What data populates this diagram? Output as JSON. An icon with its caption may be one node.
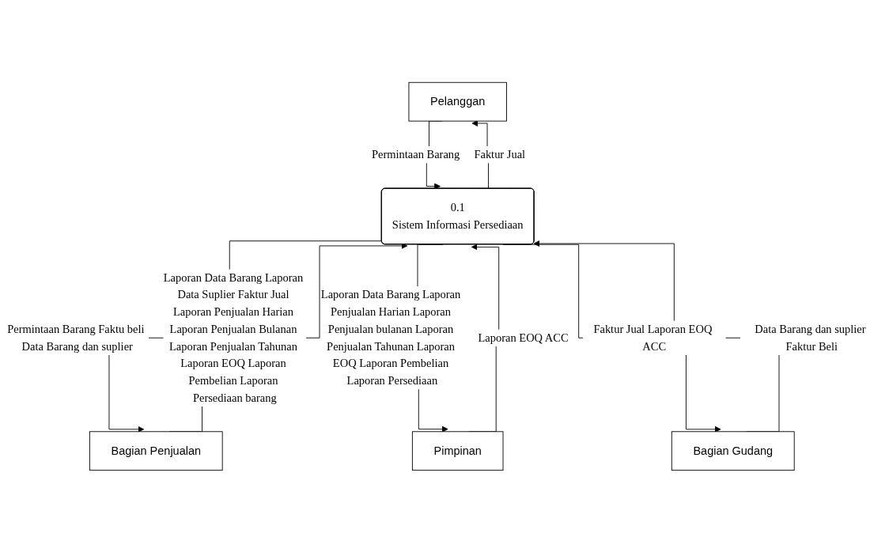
{
  "diagram": {
    "nodes": [
      {
        "text": [
          "Pelanggan"
        ]
      },
      {
        "text": [
          "Bagian Penjualan"
        ]
      },
      {
        "text": [
          "0.1",
          "Sistem Informasi Persediaan"
        ]
      },
      {
        "text": [
          "Pimpinan"
        ]
      },
      {
        "text": [
          "Bagian Gudang"
        ]
      }
    ],
    "edges": [
      {
        "from": 0,
        "to": 2,
        "arrow": "to",
        "label": "Permintaan Barang"
      },
      {
        "from": 2,
        "to": 0,
        "arrow": "to",
        "label": "Faktur Jual"
      },
      {
        "from": 1,
        "to": 2,
        "arrow": "to",
        "label": "Laporan Data Barang Laporan Data Suplier Faktur Jual Laporan Penjualan Harian Laporan Penjualan Bulanan Laporan Penjualan Tahunan Laporan EOQ Laporan Pembelian Laporan Persediaan barang"
      },
      {
        "from": 2,
        "to": 1,
        "arrow": "to",
        "label": "Permintaan Barang Faktu beli Data Barang dan suplier"
      },
      {
        "from": 2,
        "to": 3,
        "arrow": "to",
        "label": "Laporan Data Barang Laporan Penjualan Harian Laporan Penjualan bulanan Laporan Penjualan Tahunan Laporan EOQ Laporan Pembelian Laporan Persediaan"
      },
      {
        "from": 3,
        "to": 2,
        "arrow": "to",
        "label": "Laporan EOQ ACC"
      },
      {
        "from": 2,
        "to": 4,
        "arrow": "to",
        "label": "Faktur Jual Laporan EOQ ACC"
      },
      {
        "from": 4,
        "to": 2,
        "arrow": "to",
        "label": "Data Barang dan suplier Faktur Beli"
      }
    ]
  }
}
